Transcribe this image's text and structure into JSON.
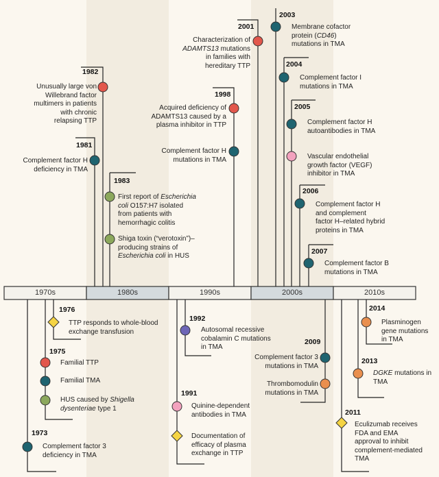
{
  "decades": [
    "1970s",
    "1980s",
    "1990s",
    "2000s",
    "2010s"
  ],
  "colors": {
    "teal": "#1f6470",
    "red": "#e2574c",
    "green": "#8ca85c",
    "purple": "#6e66b7",
    "pink": "#f3a2be",
    "orange": "#e98f4e",
    "yellow": "#f5d443",
    "background_light": "#fbf7ef",
    "background_dark": "#f2ece0",
    "bar_dark": "#d4dadd",
    "bar_light": "#f4f2ec"
  },
  "events": {
    "e1982": {
      "year": "1982",
      "lines": [
        "Unusually large von",
        "Willebrand factor",
        "multimers in patients",
        "with chronic",
        "relapsing TTP"
      ],
      "marker": "red-circle"
    },
    "e1981": {
      "year": "1981",
      "lines": [
        "Complement factor H",
        "deficiency in TMA"
      ],
      "marker": "teal-circle"
    },
    "e1983a": {
      "year": "1983",
      "lines": [
        "First report of Escherichia",
        "coli O157:H7 isolated",
        "from patients with",
        "hemorrhagic colitis"
      ],
      "marker": "green-circle"
    },
    "e1983b": {
      "lines": [
        "Shiga toxin (“verotoxin”)–",
        "producing strains of",
        "Escherichia coli in HUS"
      ],
      "marker": "green-circle"
    },
    "e1998a": {
      "year": "1998",
      "lines": [
        "Acquired deficiency of",
        "ADAMTS13 caused by a",
        "plasma inhibitor in TTP"
      ],
      "marker": "red-circle"
    },
    "e1998b": {
      "lines": [
        "Complement factor H",
        "mutations in TMA"
      ],
      "marker": "teal-circle"
    },
    "e2001": {
      "year": "2001",
      "lines": [
        "Characterization of",
        "ADAMTS13 mutations",
        "in families with",
        "hereditary TTP"
      ],
      "marker": "red-circle"
    },
    "e2003": {
      "year": "2003",
      "lines": [
        "Membrane cofactor",
        "protein (CD46)",
        "mutations in TMA"
      ],
      "marker": "teal-circle"
    },
    "e2004": {
      "year": "2004",
      "lines": [
        "Complement factor I",
        "mutations in TMA"
      ],
      "marker": "teal-circle"
    },
    "e2005a": {
      "year": "2005",
      "lines": [
        "Complement factor H",
        "autoantibodies in TMA"
      ],
      "marker": "teal-circle"
    },
    "e2005b": {
      "lines": [
        "Vascular endothelial",
        "growth factor (VEGF)",
        "inhibitor in TMA"
      ],
      "marker": "pink-circle"
    },
    "e2006": {
      "year": "2006",
      "lines": [
        "Complement factor H",
        "and complement",
        "factor H–related hybrid",
        "proteins in TMA"
      ],
      "marker": "teal-circle"
    },
    "e2007": {
      "year": "2007",
      "lines": [
        "Complement factor B",
        "mutations in TMA"
      ],
      "marker": "teal-circle"
    },
    "e1976": {
      "year": "1976",
      "lines": [
        "TTP responds to whole-blood",
        "exchange transfusion"
      ],
      "marker": "yellow-diamond"
    },
    "e1975a": {
      "year": "1975",
      "lines": [
        "Familial TTP"
      ],
      "marker": "red-circle"
    },
    "e1975b": {
      "lines": [
        "Familial TMA"
      ],
      "marker": "teal-circle"
    },
    "e1975c": {
      "lines": [
        "HUS caused by Shigella",
        "dysenteriae type 1"
      ],
      "marker": "green-circle"
    },
    "e1973": {
      "year": "1973",
      "lines": [
        "Complement factor 3",
        "deficiency in TMA"
      ],
      "marker": "teal-circle"
    },
    "e1992": {
      "year": "1992",
      "lines": [
        "Autosomal recessive",
        "cobalamin C mutations",
        "in TMA"
      ],
      "marker": "purple-circle"
    },
    "e1991a": {
      "year": "1991",
      "lines": [
        "Quinine-dependent",
        "antibodies in TMA"
      ],
      "marker": "pink-circle"
    },
    "e1991b": {
      "lines": [
        "Documentation of",
        "efficacy of plasma",
        "exchange in TTP"
      ],
      "marker": "yellow-diamond"
    },
    "e2009a": {
      "year": "2009",
      "lines": [
        "Complement factor 3",
        "mutations in TMA"
      ],
      "marker": "teal-circle"
    },
    "e2009b": {
      "lines": [
        "Thrombomodulin",
        "mutations in TMA"
      ],
      "marker": "orange-circle"
    },
    "e2014": {
      "year": "2014",
      "lines": [
        "Plasminogen",
        "gene mutations",
        "in TMA"
      ],
      "marker": "orange-circle"
    },
    "e2013": {
      "year": "2013",
      "lines": [
        "DGKE mutations in",
        "TMA"
      ],
      "marker": "orange-circle"
    },
    "e2011": {
      "year": "2011",
      "lines": [
        "Eculizumab receives",
        "FDA and EMA",
        "approval to inhibit",
        "complement-mediated",
        "TMA"
      ],
      "marker": "yellow-diamond"
    }
  }
}
